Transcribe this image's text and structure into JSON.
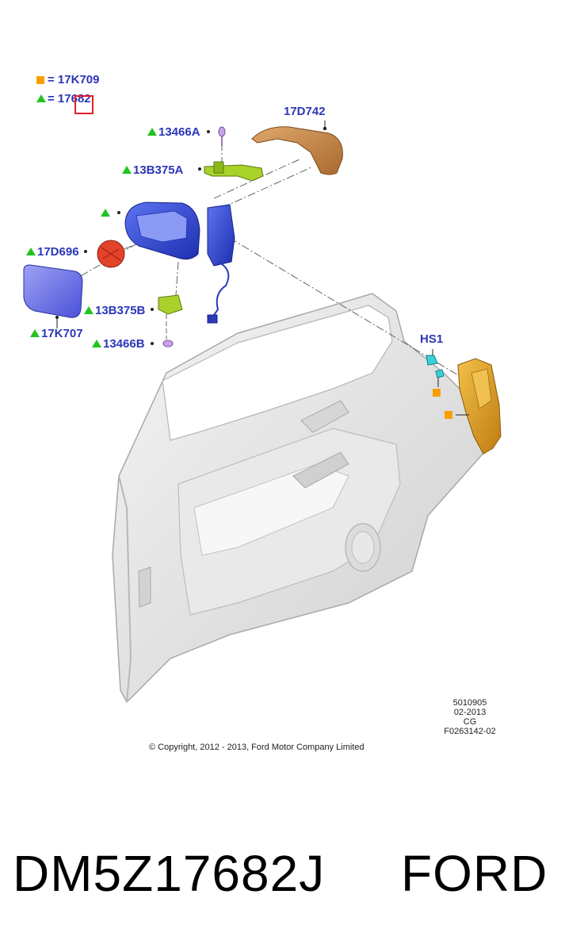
{
  "legend": {
    "square_symbol_text": "= 17K709",
    "triangle_symbol_text": "= 17682"
  },
  "callouts": {
    "c_13466a": "13466A",
    "c_13b375a": "13B375A",
    "c_housing": "",
    "c_17d696": "17D696",
    "c_17k707": "17K707",
    "c_13b375b": "13B375B",
    "c_13466b": "13466B",
    "c_17d742": "17D742",
    "c_hs1": "HS1"
  },
  "footer_meta": {
    "line1": "5010905",
    "line2": "02-2013",
    "line3": "CG",
    "line4": "F0263142-02"
  },
  "copyright": "© Copyright, 2012 - 2013, Ford Motor Company Limited",
  "part_caption": {
    "part_number": "DM5Z17682J",
    "brand": "FORD"
  },
  "colors": {
    "label_blue": "#2b36b8",
    "triangle_green": "#22c322",
    "square_orange": "#f5a000",
    "highlight_red": "#e0202a",
    "mirror_cap": "#c8874a",
    "mirror_housing": "#2f46d0",
    "mirror_glass": "#6f74e8",
    "heater_pad": "#e2432a",
    "bracket_green": "#a8d22a",
    "trim_panel": "#e0a020",
    "door_gray": "#e4e4e4"
  }
}
